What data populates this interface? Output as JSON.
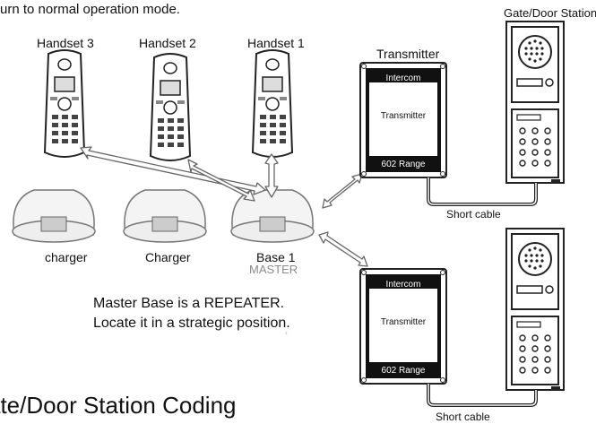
{
  "top_note": "urn to normal operation mode.",
  "handsets": [
    {
      "label": "Handset 3"
    },
    {
      "label": "Handset 2"
    },
    {
      "label": "Handset 1"
    }
  ],
  "bases": [
    {
      "label": "charger"
    },
    {
      "label": "Charger"
    },
    {
      "label": "Base 1",
      "sub": "MASTER"
    }
  ],
  "station_title": "Gate/Door Station",
  "transmitter_title": "Transmitter",
  "transmitter_panel": {
    "top": "Intercom",
    "middle": "Transmitter",
    "bottom": "602 Range"
  },
  "cable_label": "Short cable",
  "note": "Master Base is a REPEATER. Locate it in a strategic position.",
  "heading": "ate/Door Station Coding"
}
